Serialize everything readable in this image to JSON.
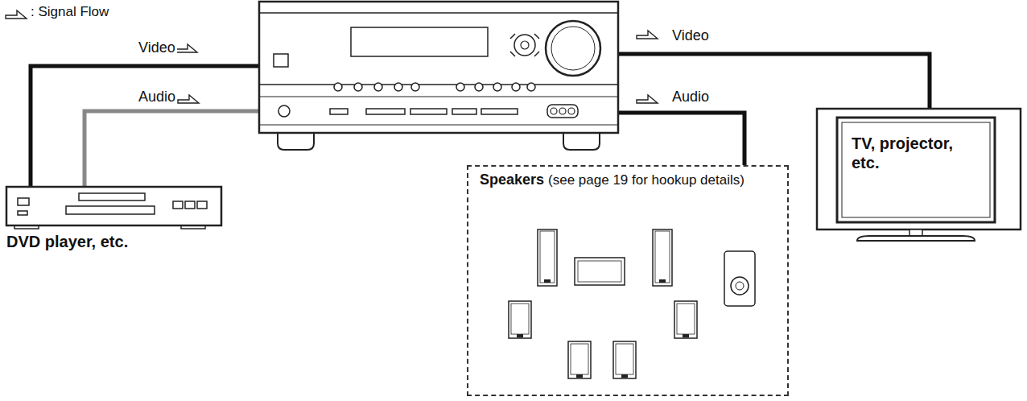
{
  "diagram": {
    "nodes": [
      {
        "text": [
          "DVD player, etc."
        ]
      },
      {
        "text": [
          "Speakers",
          "(see page 19 for hookup details)"
        ]
      },
      {
        "text": [
          "TV, projector, etc."
        ]
      }
    ],
    "labels": [
      "Video",
      "Audio",
      "Video",
      "Audio"
    ],
    "legend": [
      {
        "text": ": Signal Flow"
      }
    ]
  }
}
